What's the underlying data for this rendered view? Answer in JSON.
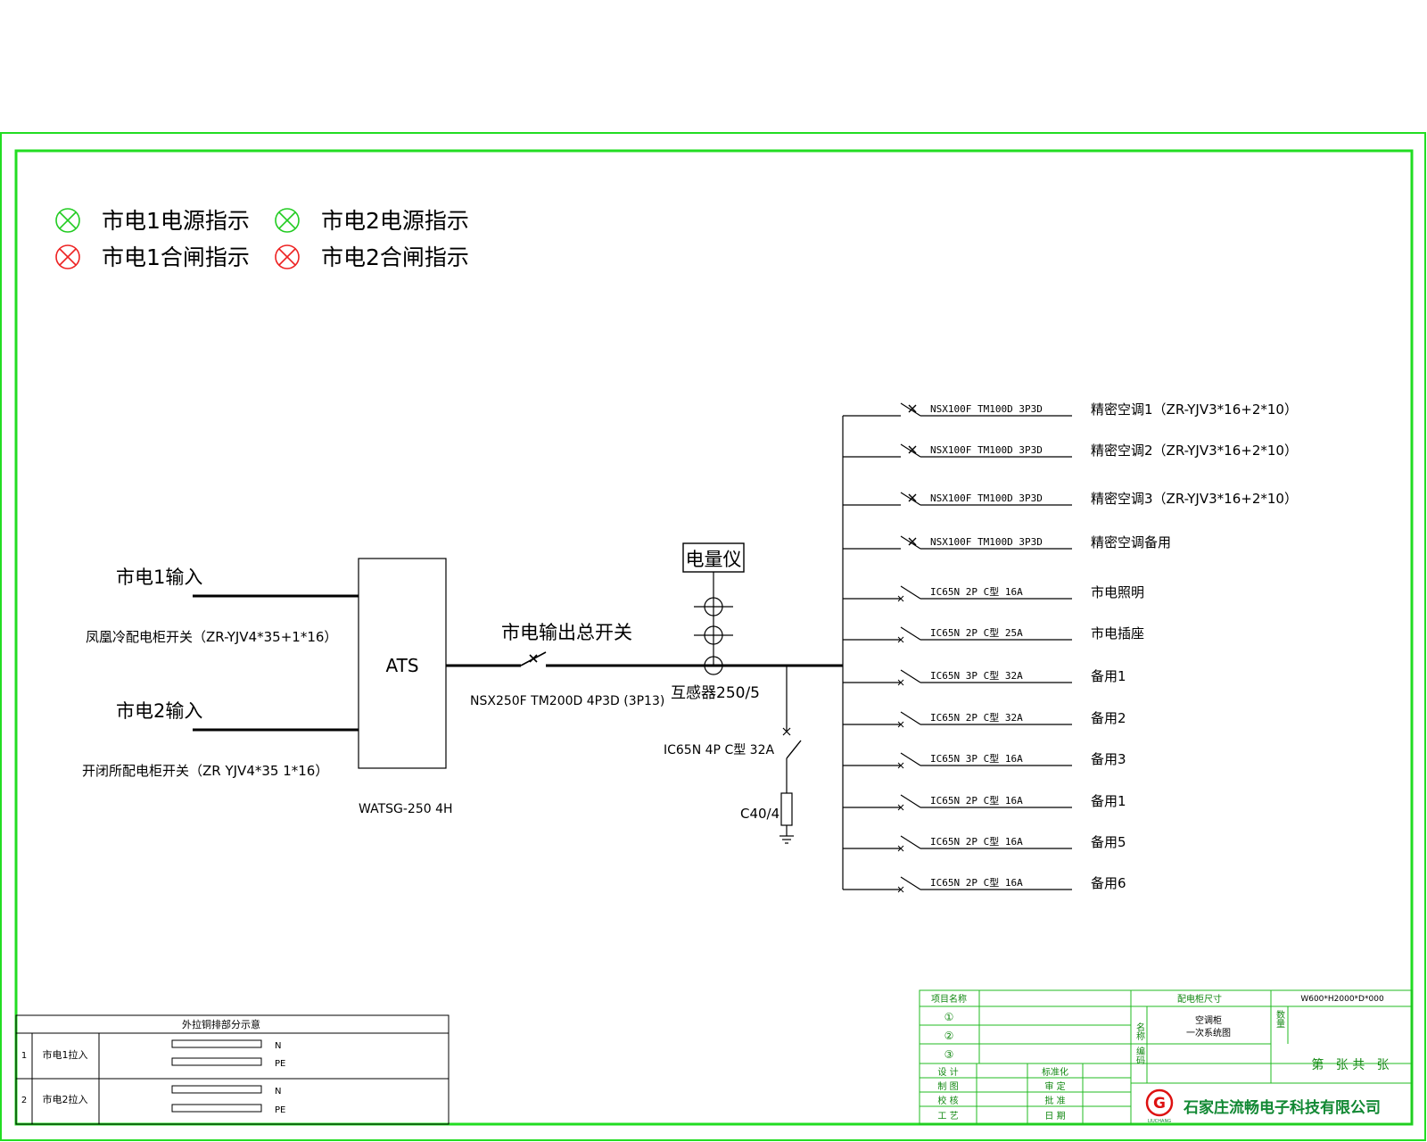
{
  "legend": {
    "items": [
      {
        "label": "市电1电源指示",
        "color": "#22cc22"
      },
      {
        "label": "市电2电源指示",
        "color": "#22cc22"
      },
      {
        "label": "市电1合闸指示",
        "color": "#ee2222"
      },
      {
        "label": "市电2合闸指示",
        "color": "#ee2222"
      }
    ]
  },
  "inputs": {
    "input1_label": "市电1输入",
    "input1_cable": "凤凰冷配电柜开关（ZR-YJV4*35+1*16）",
    "input2_label": "市电2输入",
    "input2_cable": "开闭所配电柜开关（ZR YJV4*35 1*16）"
  },
  "ats": {
    "label": "ATS",
    "model": "WATSG-250 4H"
  },
  "main_switch": {
    "label": "市电输出总开关",
    "model": "NSX250F TM200D 4P3D (3P13)"
  },
  "meter": {
    "label": "电量仪",
    "ct_label": "互感器250/5"
  },
  "surge": {
    "breaker": "IC65N 4P C型 32A",
    "spd": "C40/4"
  },
  "branches": [
    {
      "breaker": "NSX100F TM100D 3P3D",
      "load": "精密空调1（ZR-YJV3*16+2*10）"
    },
    {
      "breaker": "NSX100F TM100D 3P3D",
      "load": "精密空调2（ZR-YJV3*16+2*10）"
    },
    {
      "breaker": "NSX100F TM100D 3P3D",
      "load": "精密空调3（ZR-YJV3*16+2*10）"
    },
    {
      "breaker": "NSX100F TM100D 3P3D",
      "load": "精密空调备用"
    },
    {
      "breaker": "IC65N 2P C型 16A",
      "load": "市电照明"
    },
    {
      "breaker": "IC65N 2P C型 25A",
      "load": "市电插座"
    },
    {
      "breaker": "IC65N 3P C型 32A",
      "load": "备用1"
    },
    {
      "breaker": "IC65N 2P C型 32A",
      "load": "备用2"
    },
    {
      "breaker": "IC65N 3P C型 16A",
      "load": "备用3"
    },
    {
      "breaker": "IC65N 2P C型 16A",
      "load": "备用1"
    },
    {
      "breaker": "IC65N 2P C型 16A",
      "load": "备用5"
    },
    {
      "breaker": "IC65N 2P C型 16A",
      "load": "备用6"
    }
  ],
  "copper_bar_table": {
    "title": "外拉铜排部分示意",
    "rows": [
      {
        "no": "1",
        "name": "市电1拉入",
        "bars": [
          "N",
          "PE"
        ]
      },
      {
        "no": "2",
        "name": "市电2拉入",
        "bars": [
          "N",
          "PE"
        ]
      }
    ]
  },
  "title_block": {
    "project_name_label": "项目名称",
    "cabinet_size_label": "配电柜尺寸",
    "cabinet_size_value": "W600*H2000*D*000",
    "circle_items": [
      "①",
      "②",
      "③"
    ],
    "name_label": "名称",
    "name_value_1": "空调柜",
    "name_value_2": "一次系统图",
    "qty_label": "数量",
    "code_label": "编码",
    "sheet_text": "第   张 共   张",
    "sign_left": [
      "设 计",
      "制 图",
      "校 核",
      "工 艺"
    ],
    "sign_right": [
      "标准化",
      "审 定",
      "批 准",
      "日 期"
    ],
    "logo_caption": "LIUCHANG",
    "company": "石家庄流畅电子科技有限公司"
  },
  "colors": {
    "frame": "#22dd22",
    "indicator_green": "#22cc22",
    "indicator_red": "#ee2222",
    "logo_red": "#dd1111",
    "company_green": "#118833"
  }
}
